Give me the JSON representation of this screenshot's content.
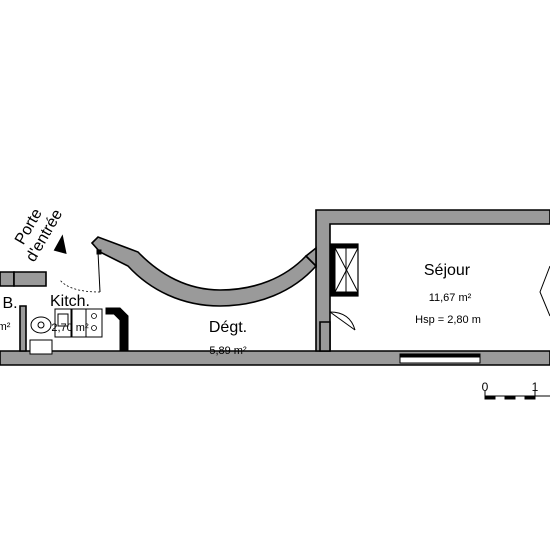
{
  "plan": {
    "entrance": {
      "label_line1": "Porte",
      "label_line2": "d'entrée"
    },
    "rooms": [
      {
        "id": "sdb",
        "name": "B.",
        "area": "m²"
      },
      {
        "id": "kitchen",
        "name": "Kitch.",
        "area": "2,70 m²"
      },
      {
        "id": "hall",
        "name": "Dégt.",
        "area": "5,89 m²"
      },
      {
        "id": "living",
        "name": "Séjour",
        "area": "11,67 m²",
        "height": "Hsp = 2,80 m"
      }
    ],
    "scale": {
      "start": "0",
      "mark": "1"
    }
  }
}
